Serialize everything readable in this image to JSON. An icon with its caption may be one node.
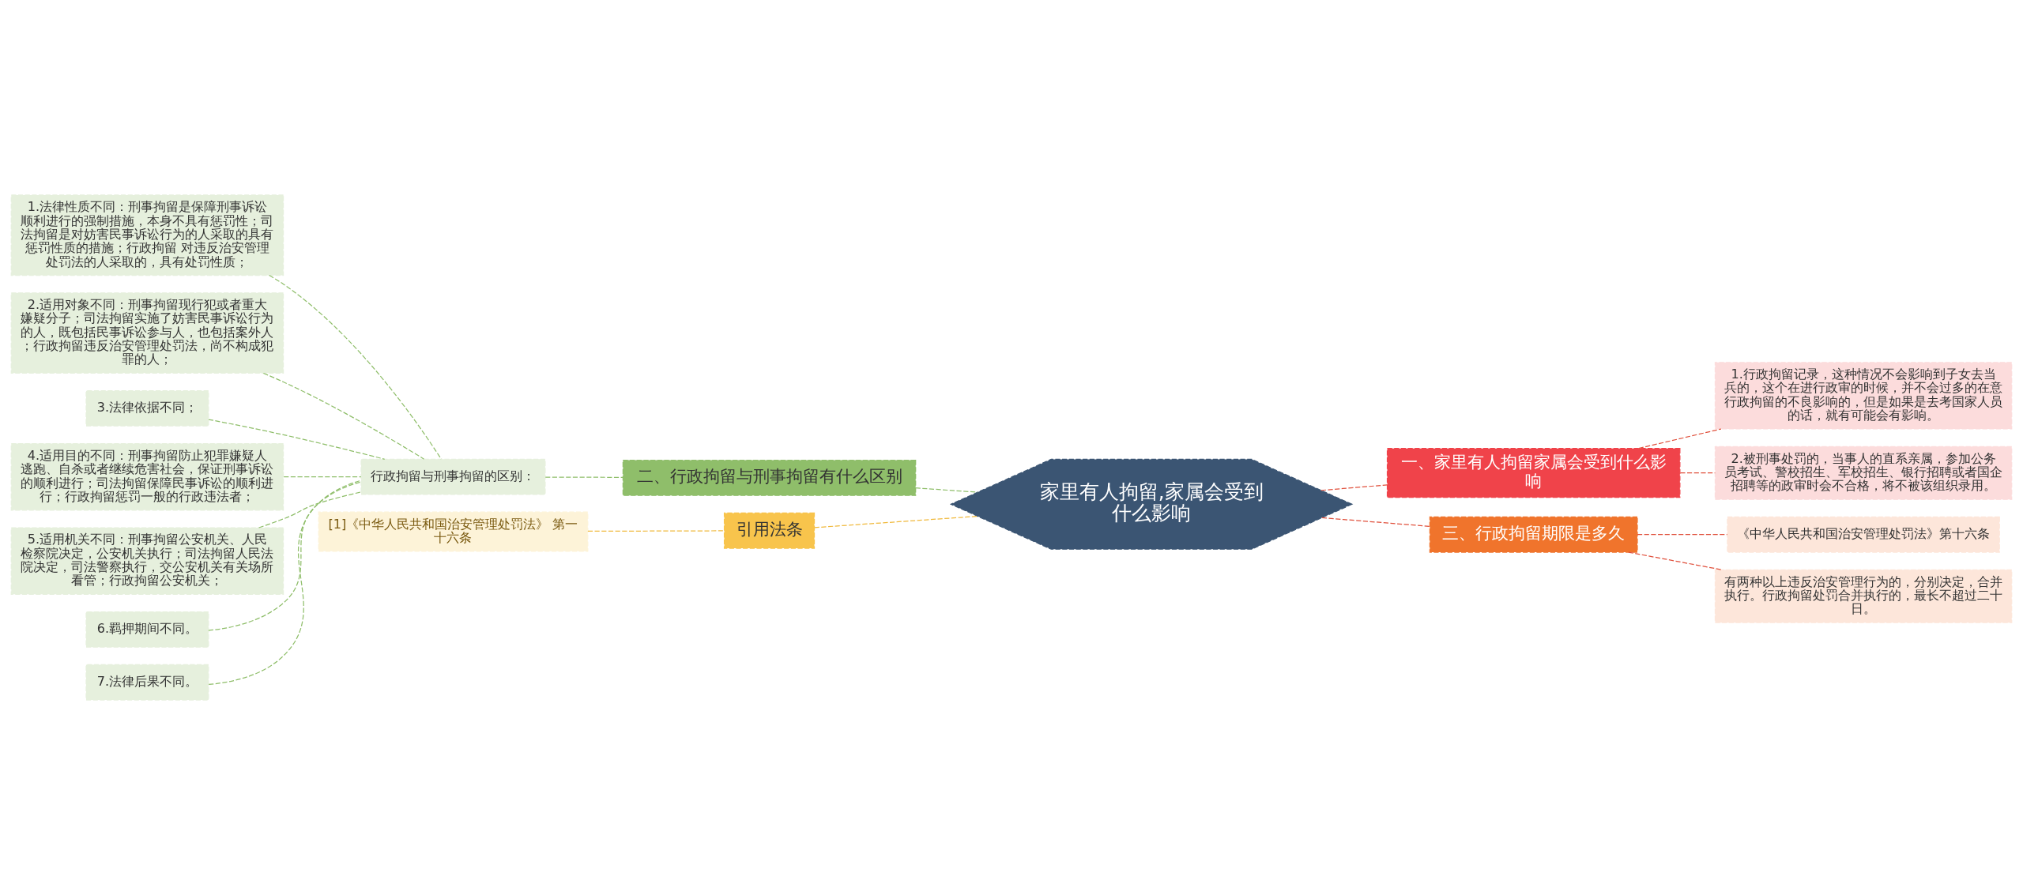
{
  "diagram": {
    "nodes": [
      {
        "text": [
          "家里有人拘留,家属会受到什么影响"
        ]
      },
      {
        "text": [
          "一、家里有人拘留家属会受到什么影响"
        ]
      },
      {
        "text": [
          "1.行政拘留记录，这种情况不会影响到子女去当兵的，这个在进行政审的时候，并不会过多的在意行政拘留的不良影响的，但是如果是去考国家人员的话，就有可能会有影响。"
        ]
      },
      {
        "text": [
          "2.被刑事处罚的，当事人的直系亲属，参加公务员考试、警校招生、军校招生、银行招聘或者国企招聘等的政审时会不合格，将不被该组织录用。"
        ]
      },
      {
        "text": [
          "三、行政拘留期限是多久"
        ]
      },
      {
        "text": [
          "《中华人民共和国治安管理处罚法》第十六条"
        ]
      },
      {
        "text": [
          "有两种以上违反治安管理行为的，分别决定，合并执行。行政拘留处罚合并执行的，最长不超过二十日。"
        ]
      },
      {
        "text": [
          "二、行政拘留与刑事拘留有什么区别"
        ]
      },
      {
        "text": [
          "行政拘留与刑事拘留的区别："
        ]
      },
      {
        "text": [
          "1.法律性质不同：刑事拘留是保障刑事诉讼顺利进行的强制措施，本身不具有惩罚性；司法拘留是对妨害民事诉讼行为的人采取的具有惩罚性质的措施；行政拘留 对违反治安管理处罚法的人采取的，具有处罚性质；"
        ]
      },
      {
        "text": [
          "2.适用对象不同：刑事拘留现行犯或者重大嫌疑分子；司法拘留实施了妨害民事诉讼行为的人，既包括民事诉讼参与人，也包括案外人；行政拘留违反治安管理处罚法，尚不构成犯罪的人；"
        ]
      },
      {
        "text": [
          "3.法律依据不同；"
        ]
      },
      {
        "text": [
          "4.适用目的不同：刑事拘留防止犯罪嫌疑人逃跑、自杀或者继续危害社会，保证刑事诉讼的顺利进行；司法拘留保障民事诉讼的顺利进行；行政拘留惩罚一般的行政违法者；"
        ]
      },
      {
        "text": [
          "5.适用机关不同：刑事拘留公安机关、人民检察院决定，公安机关执行；司法拘留人民法院决定，司法警察执行，交公安机关有关场所看管；行政拘留公安机关；"
        ]
      },
      {
        "text": [
          "6.羁押期间不同。"
        ]
      },
      {
        "text": [
          "7.法律后果不同。"
        ]
      },
      {
        "text": [
          "引用法条"
        ]
      },
      {
        "text": [
          "[1]《中华人民共和国治安管理处罚法》 第一十六条"
        ]
      }
    ],
    "edges": [
      {
        "from": 0,
        "to": 1,
        "arrow": "none",
        "style": "dashed",
        "color": "#e0503c"
      },
      {
        "from": 1,
        "to": 2,
        "arrow": "none",
        "style": "dashed",
        "color": "#e0503c"
      },
      {
        "from": 1,
        "to": 3,
        "arrow": "none",
        "style": "dashed",
        "color": "#e0503c"
      },
      {
        "from": 0,
        "to": 4,
        "arrow": "none",
        "style": "dashed",
        "color": "#e0503c"
      },
      {
        "from": 4,
        "to": 5,
        "arrow": "none",
        "style": "dashed",
        "color": "#e0503c"
      },
      {
        "from": 4,
        "to": 6,
        "arrow": "none",
        "style": "dashed",
        "color": "#e0503c"
      },
      {
        "from": 0,
        "to": 7,
        "arrow": "none",
        "style": "dashed",
        "color": "#8fbe6a"
      },
      {
        "from": 7,
        "to": 8,
        "arrow": "none",
        "style": "dashed",
        "color": "#8fbe6a"
      },
      {
        "from": 8,
        "to": 9,
        "arrow": "none",
        "style": "dashed",
        "color": "#8fbe6a"
      },
      {
        "from": 8,
        "to": 10,
        "arrow": "none",
        "style": "dashed",
        "color": "#8fbe6a"
      },
      {
        "from": 8,
        "to": 11,
        "arrow": "none",
        "style": "dashed",
        "color": "#8fbe6a"
      },
      {
        "from": 8,
        "to": 12,
        "arrow": "none",
        "style": "dashed",
        "color": "#8fbe6a"
      },
      {
        "from": 8,
        "to": 13,
        "arrow": "none",
        "style": "dashed",
        "color": "#8fbe6a"
      },
      {
        "from": 8,
        "to": 14,
        "arrow": "none",
        "style": "dashed",
        "color": "#8fbe6a"
      },
      {
        "from": 8,
        "to": 15,
        "arrow": "none",
        "style": "dashed",
        "color": "#8fbe6a"
      },
      {
        "from": 0,
        "to": 16,
        "arrow": "none",
        "style": "dashed",
        "color": "#f0b93c"
      },
      {
        "from": 16,
        "to": 17,
        "arrow": "none",
        "style": "dashed",
        "color": "#f0b93c"
      }
    ]
  }
}
